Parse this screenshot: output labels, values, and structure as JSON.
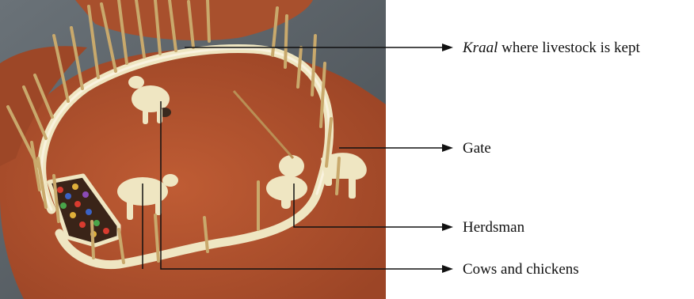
{
  "labels": {
    "kraal_em": "Kraal",
    "kraal_rest": " where livestock is kept",
    "gate": "Gate",
    "herdsman": "Herdsman",
    "cows": "Cows and chickens"
  },
  "colors": {
    "mat": "#b8552f",
    "mat_dark": "#8e3e22",
    "board": "#5b6268",
    "clay": "#efe6c2",
    "stick": "#c9a96c",
    "line": "#111111"
  }
}
